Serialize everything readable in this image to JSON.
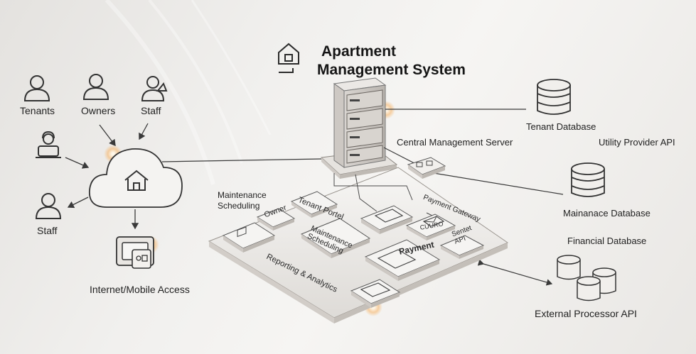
{
  "title": {
    "line1": "Apartment",
    "line2": "Management System"
  },
  "users": {
    "tenants": "Tenants",
    "owners": "Owners",
    "staff_top": "Staff",
    "staff_left": "Staff"
  },
  "access": {
    "label": "Internet/Mobile Access"
  },
  "server": {
    "label": "Central Management Server"
  },
  "external": {
    "tenant_db": "Tenant Database",
    "utility_api": "Utility Provider API",
    "maintenance_db": "Mainanace Database",
    "financial_db": "Financial Database",
    "processor_api": "External Processor API"
  },
  "modules": {
    "maintenance_scheduling_top": "Maintenance",
    "maintenance_scheduling_bottom": "Scheduling",
    "tenant_portal": "Tenant Portel",
    "payment_gateway": "Payment Gateway",
    "owner": "Owner",
    "maintenance_tile_1": "Maintenance",
    "maintenance_tile_2": "Scheduling",
    "email_tile": "CUURO",
    "sensor_api_1": "Sentet",
    "sensor_api_2": "API",
    "payment": "Payment",
    "reporting": "Reporting & Analytics"
  },
  "colors": {
    "line": "#3a3a3a",
    "glow": "#f6b56a",
    "panel": "#f3f1ee"
  }
}
